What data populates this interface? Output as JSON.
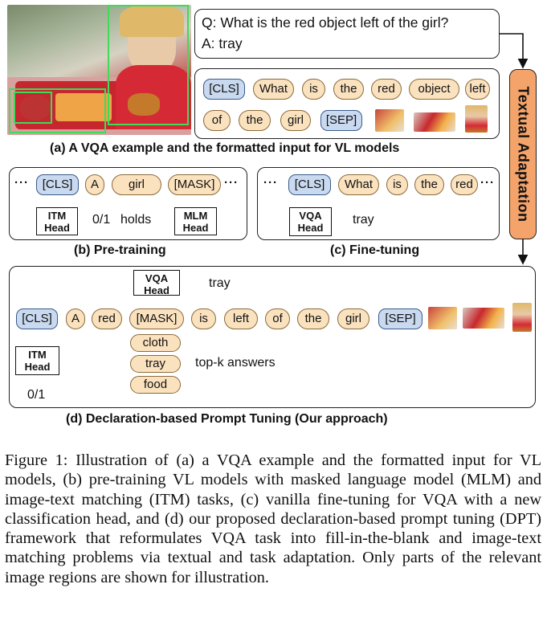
{
  "panel_a": {
    "question": "Q: What is the red object left of the girl?",
    "answer": "A: tray",
    "tokens_row1": [
      "[CLS]",
      "What",
      "is",
      "the",
      "red",
      "object",
      "left"
    ],
    "tokens_row2": [
      "of",
      "the",
      "girl",
      "[SEP]"
    ],
    "caption": "(a) A VQA example and the formatted input for VL models"
  },
  "side_label": "Textual Adaptation",
  "panel_b": {
    "ellipsis": "···",
    "tokens": [
      "[CLS]",
      "A",
      "girl",
      "[MASK]"
    ],
    "itm_head": "ITM Head",
    "mlm_head": "MLM Head",
    "itm_output": "0/1",
    "mlm_output": "holds",
    "caption": "(b) Pre-training"
  },
  "panel_c": {
    "ellipsis": "···",
    "tokens": [
      "[CLS]",
      "What",
      "is",
      "the",
      "red"
    ],
    "vqa_head": "VQA Head",
    "output": "tray",
    "caption": "(c) Fine-tuning"
  },
  "panel_d": {
    "tokens": [
      "[CLS]",
      "A",
      "red",
      "[MASK]",
      "is",
      "left",
      "of",
      "the",
      "girl",
      "[SEP]"
    ],
    "vqa_head": "VQA Head",
    "vqa_output": "tray",
    "itm_head": "ITM Head",
    "itm_output": "0/1",
    "candidates": [
      "cloth",
      "tray",
      "food"
    ],
    "candidates_label": "top-k answers",
    "caption": "(d) Declaration-based Prompt Tuning (Our approach)"
  },
  "figure_caption": "Figure 1: Illustration of (a) a VQA example and the formatted input for VL models, (b) pre-training VL models with masked language model (MLM) and image-text matching (ITM) tasks, (c) vanilla fine-tuning for VQA with a new classification head, and (d) our proposed declaration-based prompt tuning (DPT) framework that reformulates VQA task into fill-in-the-blank and image-text matching problems via textual and task adaptation. Only parts of the relevant image regions are shown for illustration.",
  "colors": {
    "token_fill": "#fbe2bf",
    "special_token_fill": "#c9d9ef",
    "adaptation_fill": "#f4a36a",
    "box_highlight": "#3ddc5a"
  }
}
